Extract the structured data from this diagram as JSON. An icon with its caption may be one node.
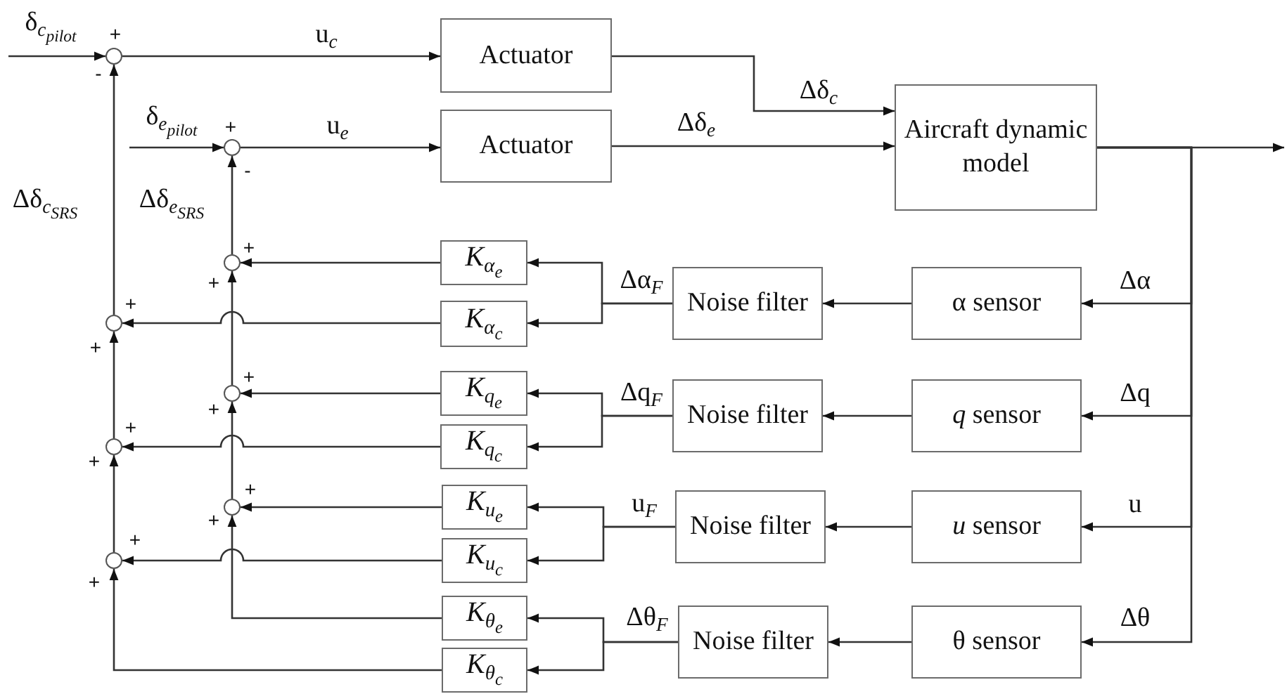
{
  "diagram": {
    "nodes": [
      {
        "text": [
          "Actuator"
        ]
      },
      {
        "text": [
          "Actuator"
        ]
      },
      {
        "text": [
          "Aircraft dynamic model"
        ]
      },
      {
        "text": [
          "α sensor"
        ]
      },
      {
        "text": [
          "*q* sensor"
        ]
      },
      {
        "text": [
          "*u* sensor"
        ]
      },
      {
        "text": [
          "θ sensor"
        ]
      },
      {
        "text": [
          "Noise filter"
        ]
      },
      {
        "text": [
          "Noise filter"
        ]
      },
      {
        "text": [
          "Noise filter"
        ]
      },
      {
        "text": [
          "Noise filter"
        ]
      },
      {
        "text": [
          "K$_{α}$$_{e}$"
        ]
      },
      {
        "text": [
          "K$_{α}$$_{c}$"
        ]
      },
      {
        "text": [
          "K$_{q}$$_{e}$"
        ]
      },
      {
        "text": [
          "K$_{q}$$_{c}$"
        ]
      },
      {
        "text": [
          "K$_{u}$$_{e}$"
        ]
      },
      {
        "text": [
          "K$_{u}$$_{c}$"
        ]
      },
      {
        "text": [
          "K$_{θ}$$_{e}$"
        ]
      },
      {
        "text": [
          "K$_{θ}$$_{c}$"
        ]
      },
      {
        "text": [],
        "shape": "circle"
      },
      {
        "text": [],
        "shape": "circle"
      },
      {
        "text": [],
        "shape": "circle"
      },
      {
        "text": [],
        "shape": "circle"
      },
      {
        "text": [],
        "shape": "circle"
      },
      {
        "text": [],
        "shape": "circle"
      },
      {
        "text": [],
        "shape": "circle"
      },
      {
        "text": [],
        "shape": "circle"
      }
    ],
    "edges": [
      {
        "from": null,
        "to": 19,
        "arrow": "to",
        "label": "δ$_{c}$$_{pilot}$"
      },
      {
        "from": null,
        "to": 20,
        "arrow": "to",
        "label": "δ$_{e}$$_{pilot}$"
      },
      {
        "from": 19,
        "to": 0,
        "arrow": "to",
        "label": "u$_{c}$"
      },
      {
        "from": 20,
        "to": 1,
        "arrow": "to",
        "label": "u$_{e}$"
      },
      {
        "from": 0,
        "to": 2,
        "arrow": "to",
        "label": "Δδ$_{c}$"
      },
      {
        "from": 1,
        "to": 2,
        "arrow": "to",
        "label": "Δδ$_{e}$"
      },
      {
        "from": 2,
        "to": null,
        "arrow": "to"
      },
      {
        "from": 2,
        "to": 3,
        "arrow": "to",
        "label": "Δα"
      },
      {
        "from": 2,
        "to": 4,
        "arrow": "to",
        "label": "Δq"
      },
      {
        "from": 2,
        "to": 5,
        "arrow": "to",
        "label": "u"
      },
      {
        "from": 2,
        "to": 6,
        "arrow": "to",
        "label": "Δθ"
      },
      {
        "from": 3,
        "to": 7,
        "arrow": "to"
      },
      {
        "from": 4,
        "to": 8,
        "arrow": "to"
      },
      {
        "from": 5,
        "to": 9,
        "arrow": "to"
      },
      {
        "from": 6,
        "to": 10,
        "arrow": "to"
      },
      {
        "from": 7,
        "to": 11,
        "arrow": "to",
        "label": "Δα$_{F}$"
      },
      {
        "from": 7,
        "to": 12,
        "arrow": "to"
      },
      {
        "from": 8,
        "to": 13,
        "arrow": "to",
        "label": "Δq$_{F}$"
      },
      {
        "from": 8,
        "to": 14,
        "arrow": "to"
      },
      {
        "from": 9,
        "to": 15,
        "arrow": "to",
        "label": "u$_{F}$"
      },
      {
        "from": 9,
        "to": 16,
        "arrow": "to"
      },
      {
        "from": 10,
        "to": 17,
        "arrow": "to",
        "label": "Δθ$_{F}$"
      },
      {
        "from": 10,
        "to": 18,
        "arrow": "to"
      },
      {
        "from": 11,
        "to": 21,
        "arrow": "to"
      },
      {
        "from": 12,
        "to": 22,
        "arrow": "to"
      },
      {
        "from": 13,
        "to": 23,
        "arrow": "to"
      },
      {
        "from": 14,
        "to": 24,
        "arrow": "to"
      },
      {
        "from": 15,
        "to": 25,
        "arrow": "to"
      },
      {
        "from": 16,
        "to": 26,
        "arrow": "to"
      },
      {
        "from": 17,
        "to": 25,
        "arrow": "to"
      },
      {
        "from": 18,
        "to": 26,
        "arrow": "to"
      },
      {
        "from": 26,
        "to": 24,
        "arrow": "to"
      },
      {
        "from": 24,
        "to": 22,
        "arrow": "to"
      },
      {
        "from": 22,
        "to": 19,
        "arrow": "to",
        "label": "Δδ$_{c}$$_{SRS}$"
      },
      {
        "from": 25,
        "to": 23,
        "arrow": "to"
      },
      {
        "from": 23,
        "to": 21,
        "arrow": "to"
      },
      {
        "from": 21,
        "to": 20,
        "arrow": "to",
        "label": "Δδ$_{e}$$_{SRS}$"
      }
    ],
    "labels": [
      "+",
      "-",
      "+",
      "-",
      "+",
      "+",
      "+",
      "+",
      "+",
      "+",
      "+",
      "+",
      "+",
      "+",
      "+",
      "+"
    ]
  }
}
